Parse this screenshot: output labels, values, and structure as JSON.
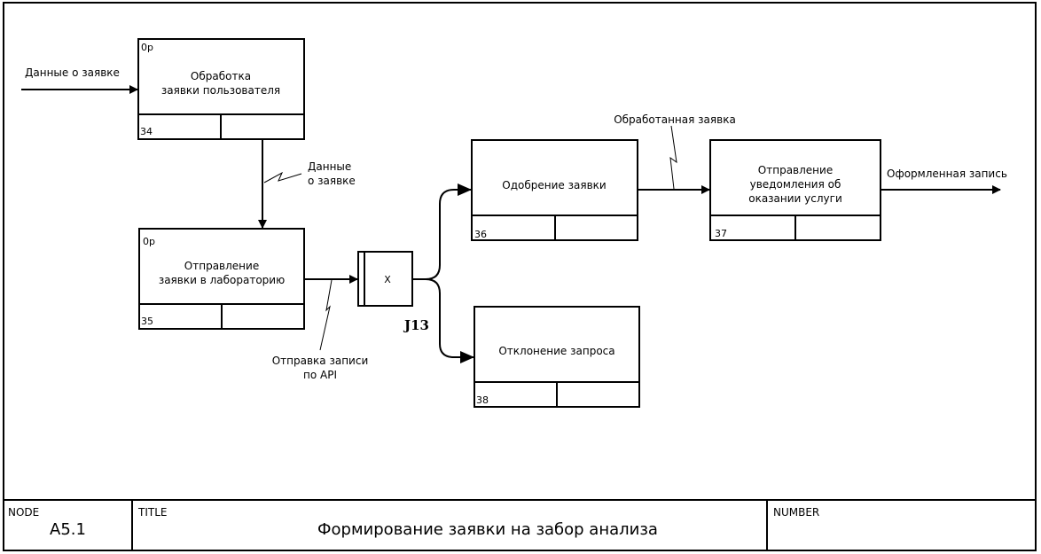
{
  "boxes": [
    {
      "id": "b34",
      "prefix": "0p",
      "lines": [
        "Обработка",
        "заявки пользователя"
      ],
      "number": "34"
    },
    {
      "id": "b35",
      "prefix": "0p",
      "lines": [
        "Отправление",
        "заявки в лабораторию"
      ],
      "number": "35"
    },
    {
      "id": "b36",
      "prefix": "",
      "lines": [
        "Одобрение заявки"
      ],
      "number": "36"
    },
    {
      "id": "b37",
      "prefix": "",
      "lines": [
        "Отправление",
        "уведомления об",
        "оказании услуги"
      ],
      "number": "37"
    },
    {
      "id": "b38",
      "prefix": "",
      "lines": [
        "Отклонение запроса"
      ],
      "number": "38"
    }
  ],
  "junction": {
    "symbol": "X",
    "name": "J13"
  },
  "arrow_labels": {
    "input": "Данные о заявке",
    "between_34_35": [
      "Данные",
      "о заявке"
    ],
    "from_35": [
      "Отправка записи",
      "по API"
    ],
    "between_36_37": "Обработанная заявка",
    "output": "Оформленная запись"
  },
  "footer": {
    "node_caption": "NODE",
    "node_value": "A5.1",
    "title_caption": "TITLE",
    "title_value": "Формирование заявки на забор анализа",
    "number_caption": "NUMBER",
    "number_value": ""
  }
}
